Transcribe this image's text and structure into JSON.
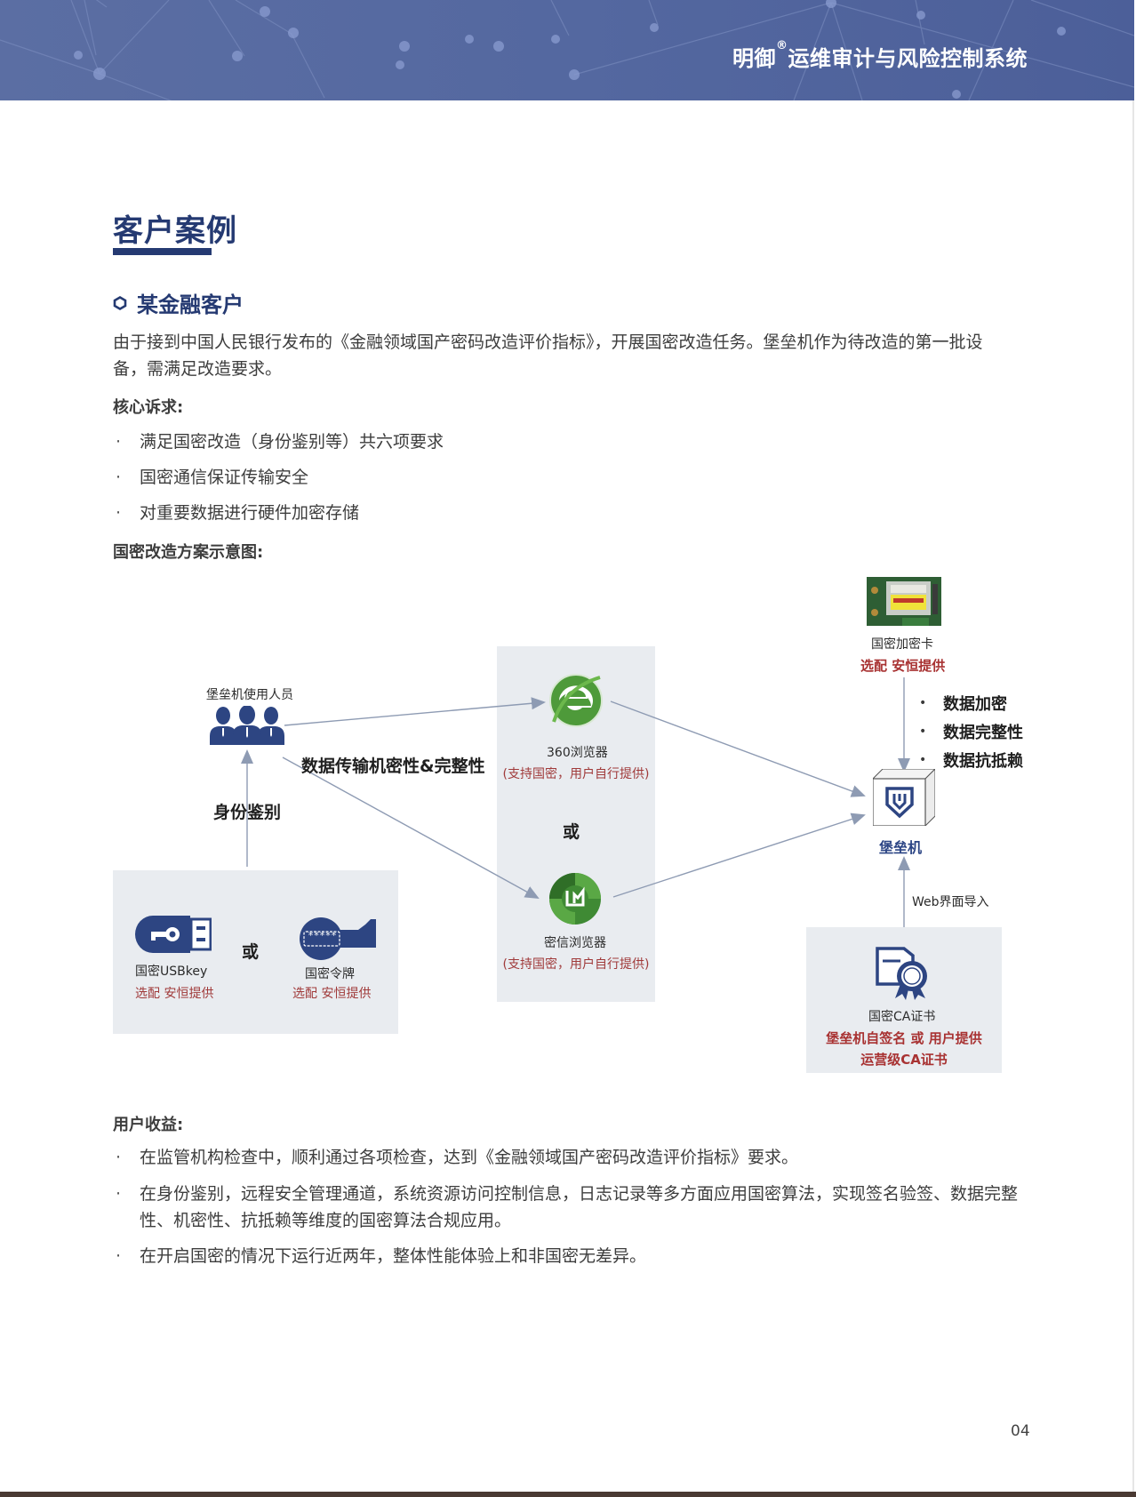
{
  "header": {
    "title_prefix": "明御",
    "registered_mark": "®",
    "title_suffix": "运维审计与风险控制系统"
  },
  "section": {
    "title": "客户案例",
    "subtitle": "某金融客户",
    "intro_line1": "由于接到中国人民银行发布的《金融领域国产密码改造评价指标》，开展国密改造任务。堡垒机作为待改造的第一批设",
    "intro_line2": "备，需满足改造要求。",
    "core_label": "核心诉求:",
    "core_items": [
      "满足国密改造（身份鉴别等）共六项要求",
      "国密通信保证传输安全",
      "对重要数据进行硬件加密存储"
    ],
    "diagram_label": "国密改造方案示意图:",
    "benefits_label": "用户收益:",
    "benefits": [
      "在监管机构检查中，顺利通过各项检查，达到《金融领域国产密码改造评价指标》要求。",
      "在身份鉴别，远程安全管理通道，系统资源访问控制信息，日志记录等多方面应用国密算法，实现签名验签、数据完整性、机密性、抗抵赖等维度的国密算法合规应用。",
      "在开启国密的情况下运行近两年，整体性能体验上和非国密无差异。"
    ],
    "bullet_char": "·"
  },
  "diagram": {
    "users_label": "堡垒机使用人员",
    "transport_label": "数据传输机密性&完整性",
    "auth_label": "身份鉴别",
    "browser1_name": "360浏览器",
    "browser1_note": "(支持国密，用户自行提供)",
    "or_label": "或",
    "browser2_name": "密信浏览器",
    "browser2_note": "(支持国密，用户自行提供)",
    "usbkey_name": "国密USBkey",
    "usbkey_note": "选配 安恒提供",
    "token_name": "国密令牌",
    "token_note": "选配 安恒提供",
    "token_mask": "*****",
    "card_name": "国密加密卡",
    "card_note": "选配 安恒提供",
    "card_features": [
      "数据加密",
      "数据完整性",
      "数据抗抵赖"
    ],
    "bastion_label": "堡垒机",
    "web_import_label": "Web界面导入",
    "ca_name": "国密CA证书",
    "ca_note_line1": "堡垒机自签名 或 用户提供",
    "ca_note_line2": "运营级CA证书",
    "colors": {
      "navy": "#253a72",
      "red_note": "#a03a3a",
      "arrow": "#8e9bb3",
      "box_bg": "#e9ecf0",
      "browser_green": "#4e9a3a"
    }
  },
  "footer": {
    "page_number": "04"
  }
}
